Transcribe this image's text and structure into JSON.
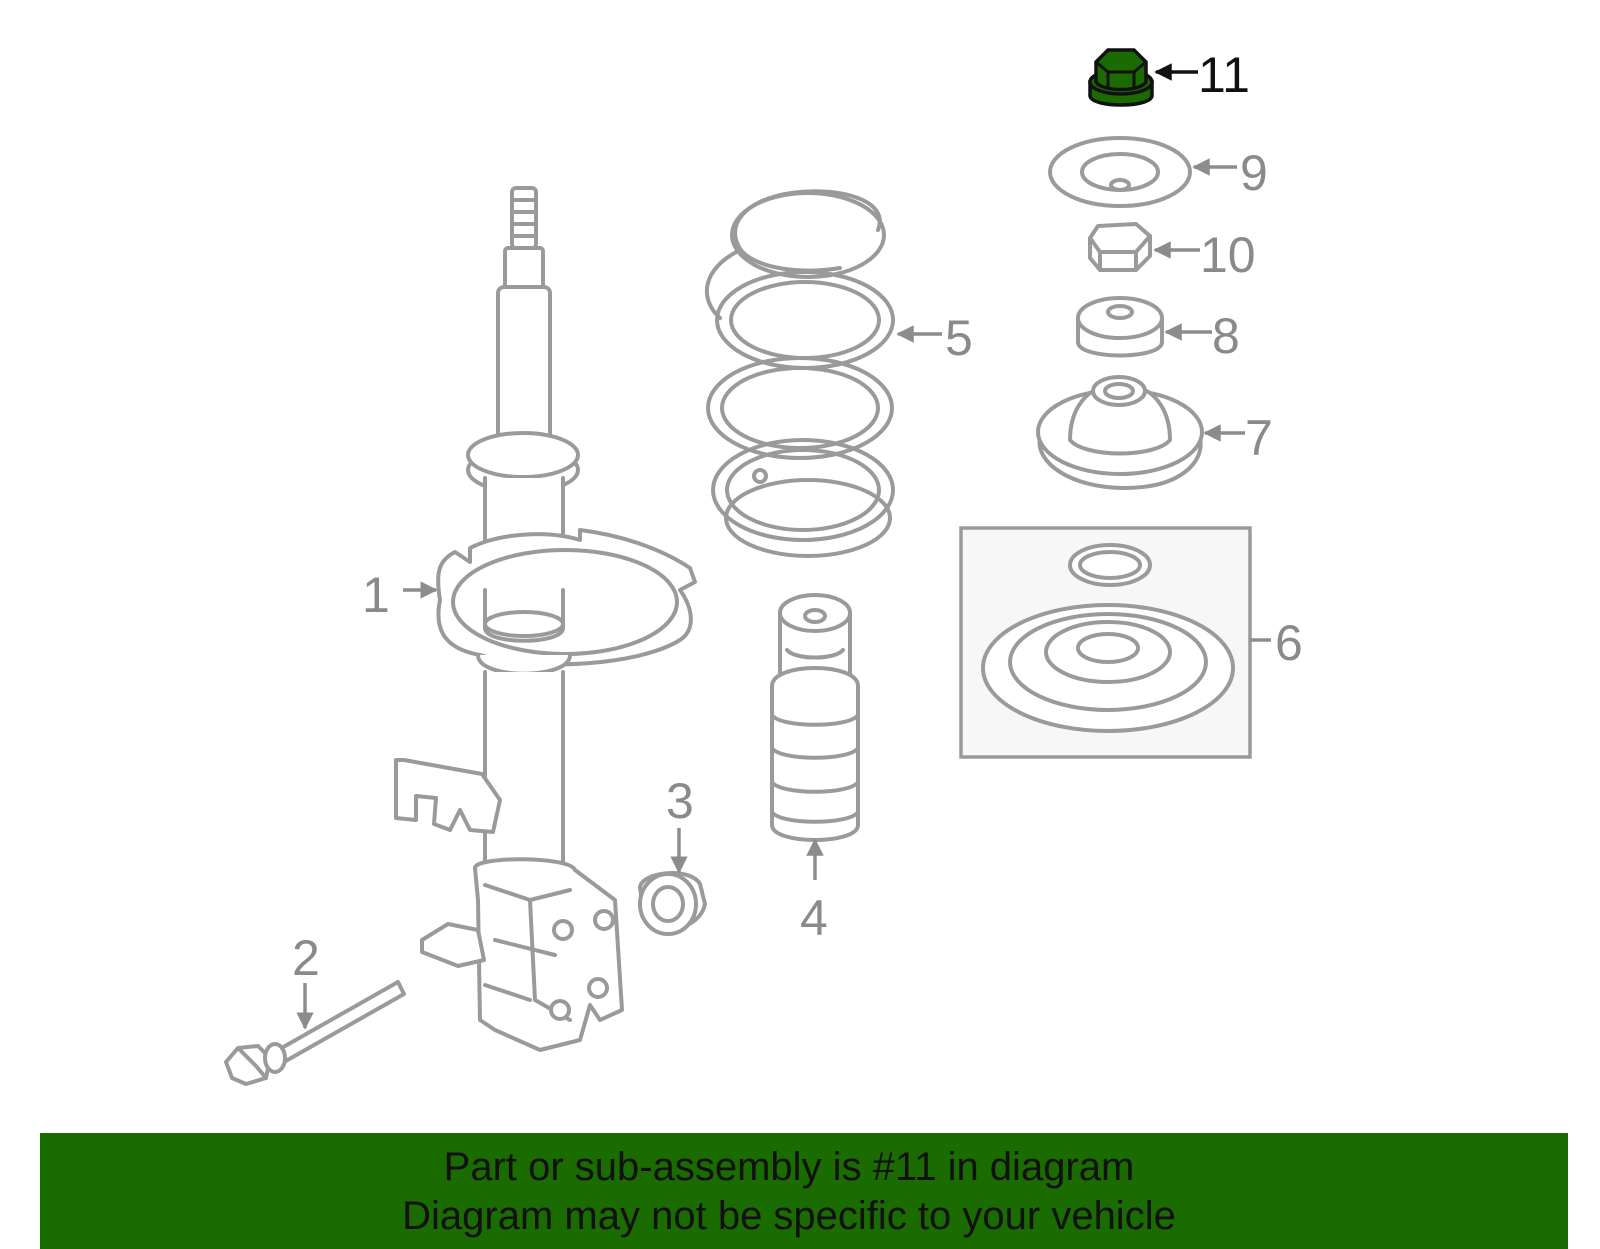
{
  "callouts": {
    "p1": "1",
    "p2": "2",
    "p3": "3",
    "p4": "4",
    "p5": "5",
    "p6": "6",
    "p7": "7",
    "p8": "8",
    "p9": "9",
    "p10": "10",
    "p11": "11"
  },
  "highlighted_part": "11",
  "colors": {
    "highlight": "#1a6b00",
    "line_art": "#9a9a9a",
    "banner_bg": "#1a6b00",
    "banner_text": "#111111"
  },
  "banner": {
    "line1": "Part or sub-assembly is #11 in diagram",
    "line2": "Diagram may not be specific to your vehicle"
  }
}
